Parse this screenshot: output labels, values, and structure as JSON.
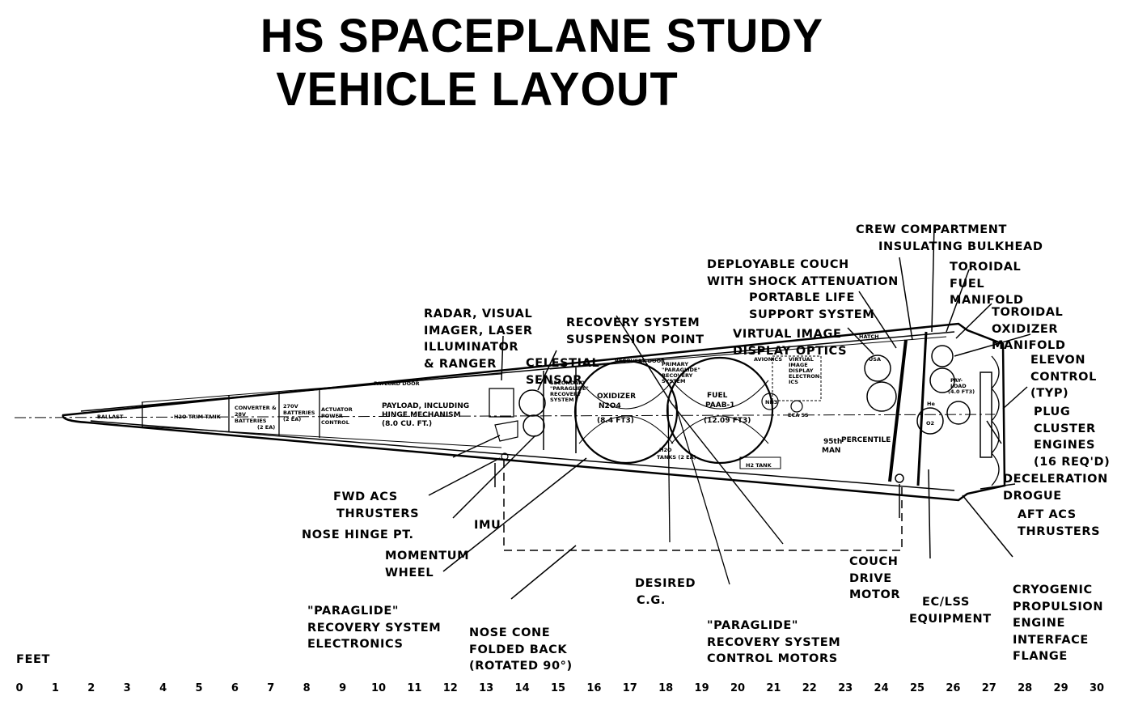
{
  "title": {
    "line1": "HS SPACEPLANE STUDY",
    "line2": "VEHICLE LAYOUT"
  },
  "callouts": [
    {
      "id": "crew-compartment",
      "lines": [
        "CREW COMPARTMENT",
        "INSULATING BULKHEAD"
      ]
    },
    {
      "id": "deployable-couch",
      "lines": [
        "DEPLOYABLE COUCH",
        "WITH SHOCK ATTENUATION"
      ]
    },
    {
      "id": "portable-life",
      "lines": [
        "PORTABLE LIFE",
        "SUPPORT SYSTEM"
      ]
    },
    {
      "id": "virtual-image",
      "lines": [
        "VIRTUAL IMAGE",
        "DISPLAY OPTICS"
      ]
    },
    {
      "id": "toroidal-fuel",
      "lines": [
        "TOROIDAL",
        "FUEL",
        "MANIFOLD"
      ]
    },
    {
      "id": "toroidal-oxidizer",
      "lines": [
        "TOROIDAL",
        "OXIDIZER",
        "MANIFOLD"
      ]
    },
    {
      "id": "elevon-control",
      "lines": [
        "ELEVON",
        "CONTROL",
        "(TYP)"
      ]
    },
    {
      "id": "plug-cluster",
      "lines": [
        "PLUG",
        "CLUSTER",
        "ENGINES",
        "(16 REQ'D)"
      ]
    },
    {
      "id": "deceleration-drogue",
      "lines": [
        "DECELERATION",
        "DROGUE"
      ]
    },
    {
      "id": "aft-acs",
      "lines": [
        "AFT ACS",
        "THRUSTERS"
      ]
    },
    {
      "id": "cryogenic",
      "lines": [
        "CRYOGENIC",
        "PROPULSION",
        "ENGINE",
        "INTERFACE",
        "FLANGE"
      ]
    },
    {
      "id": "ec-lss",
      "lines": [
        "EC/LSS",
        "EQUIPMENT"
      ]
    },
    {
      "id": "couch-drive",
      "lines": [
        "COUCH",
        "DRIVE",
        "MOTOR"
      ]
    },
    {
      "id": "paraglide-motors",
      "lines": [
        "\"PARAGLIDE\"",
        "RECOVERY SYSTEM",
        "CONTROL MOTORS"
      ]
    },
    {
      "id": "desired-cg",
      "lines": [
        "DESIRED",
        "C.G."
      ]
    },
    {
      "id": "nose-cone",
      "lines": [
        "NOSE CONE",
        "FOLDED BACK",
        "(ROTATED 90°)"
      ]
    },
    {
      "id": "paraglide-electronics",
      "lines": [
        "\"PARAGLIDE\"",
        "RECOVERY SYSTEM",
        "ELECTRONICS"
      ]
    },
    {
      "id": "momentum-wheel",
      "lines": [
        "MOMENTUM",
        "WHEEL"
      ]
    },
    {
      "id": "imu",
      "lines": [
        "IMU"
      ]
    },
    {
      "id": "nose-hinge",
      "lines": [
        "NOSE HINGE PT."
      ]
    },
    {
      "id": "fwd-acs",
      "lines": [
        "FWD ACS",
        "THRUSTERS"
      ]
    },
    {
      "id": "radar",
      "lines": [
        "RADAR, VISUAL",
        "IMAGER, LASER",
        "ILLUMINATOR",
        "& RANGER"
      ]
    },
    {
      "id": "celestial",
      "lines": [
        "CELESTIAL",
        "SENSOR"
      ]
    },
    {
      "id": "recovery-suspension",
      "lines": [
        "RECOVERY SYSTEM",
        "SUSPENSION POINT"
      ]
    }
  ],
  "internal_labels": {
    "ballast": "BALLAST",
    "h2o_trim": "H2O TRIM TANK",
    "converter": [
      "CONVERTER &",
      "28V",
      "BATTERIES",
      "(2 EA)"
    ],
    "batt270": [
      "270V",
      "BATTERIES",
      "(2 EA)"
    ],
    "actuator": [
      "ACTUATOR",
      "POWER",
      "CONTROL"
    ],
    "payload": [
      "PAYLOAD, INCLUDING",
      "HINGE MECHANISM",
      "(8.0 CU. FT.)"
    ],
    "payload_door": "PAYLOAD DOOR",
    "recovery_door": "RECOVERY DOOR",
    "secondary": [
      "SECONDARY",
      "\"PARAGLIDE\"",
      "RECOVERY",
      "SYSTEM"
    ],
    "primary": [
      "PRIMARY",
      "\"PARAGLIDE\"",
      "RECOVERY",
      "SYSTEM"
    ],
    "oxidizer": [
      "OXIDIZER",
      "N2O4",
      "(8.4 FT3)"
    ],
    "fuel": [
      "FUEL",
      "PAAB-1",
      "(12.09 FT3)"
    ],
    "h2o_tanks": [
      "H2O",
      "TANKS (2 EA)"
    ],
    "avionics": "AVIONICS",
    "virtual_display": [
      "VIRTUAL",
      "IMAGE",
      "DISPLAY",
      "ELECTRON-",
      "ICS"
    ],
    "nh3": "NH3",
    "ecas": "ECA SS",
    "hatch": "HATCH",
    "usa": "USA",
    "percentile": [
      "95th",
      "MAN",
      "PERCENTILE"
    ],
    "h2_tank": "H2 TANK",
    "he": "He",
    "o2": "O2",
    "payload_aft": [
      "PAY-",
      "LOAD",
      "(4.0 FT3)"
    ]
  },
  "scale": {
    "label": "FEET",
    "ticks": [
      "0",
      "1",
      "2",
      "3",
      "4",
      "5",
      "6",
      "7",
      "8",
      "9",
      "10",
      "11",
      "12",
      "13",
      "14",
      "15",
      "16",
      "17",
      "18",
      "19",
      "20",
      "21",
      "22",
      "23",
      "24",
      "25",
      "26",
      "27",
      "28",
      "29",
      "30"
    ]
  }
}
